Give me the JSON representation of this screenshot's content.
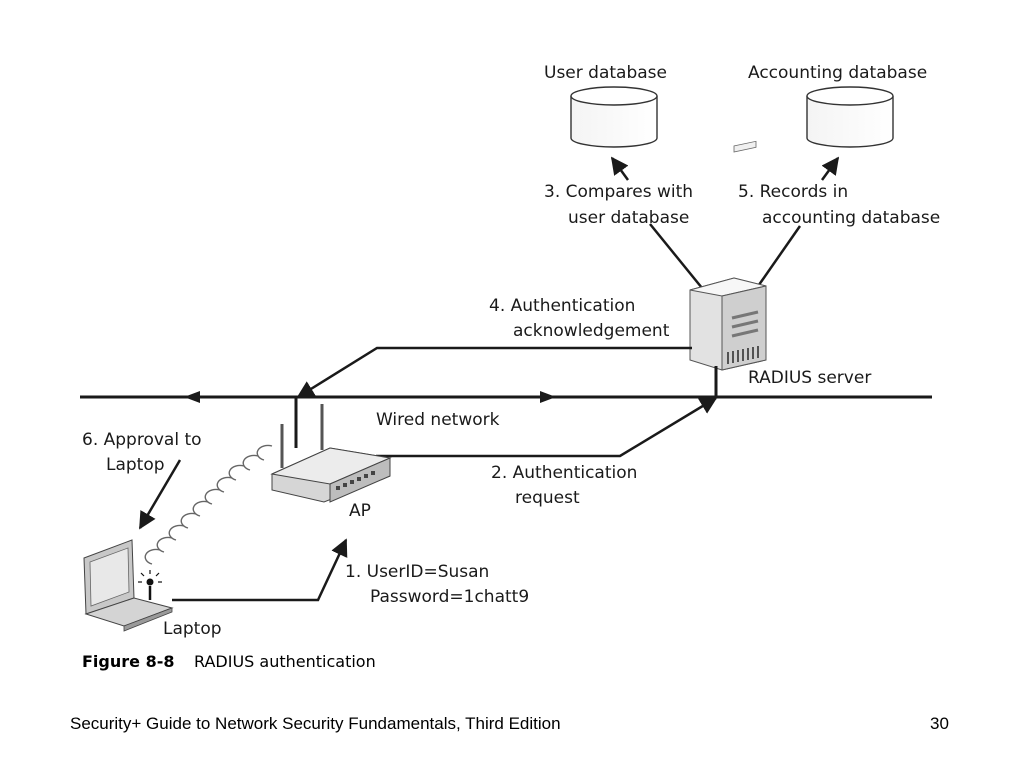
{
  "diagram": {
    "user_database": "User database",
    "accounting_database": "Accounting database",
    "step3": [
      "3. Compares with",
      "user database"
    ],
    "step5": [
      "5. Records in",
      "accounting database"
    ],
    "step4": [
      "4. Authentication",
      "acknowledgement"
    ],
    "radius_server": "RADIUS server",
    "wired_network": "Wired network",
    "step6": [
      "6. Approval to",
      "Laptop"
    ],
    "step2": [
      "2. Authentication",
      "request"
    ],
    "ap": "AP",
    "step1": [
      "1. UserID=Susan",
      "Password=1chatt9"
    ],
    "laptop": "Laptop",
    "figure_number": "Figure 8-8",
    "figure_caption": "RADIUS authentication"
  },
  "footer": {
    "title": "Security+ Guide to Network Security Fundamentals, Third Edition",
    "page": "30"
  }
}
